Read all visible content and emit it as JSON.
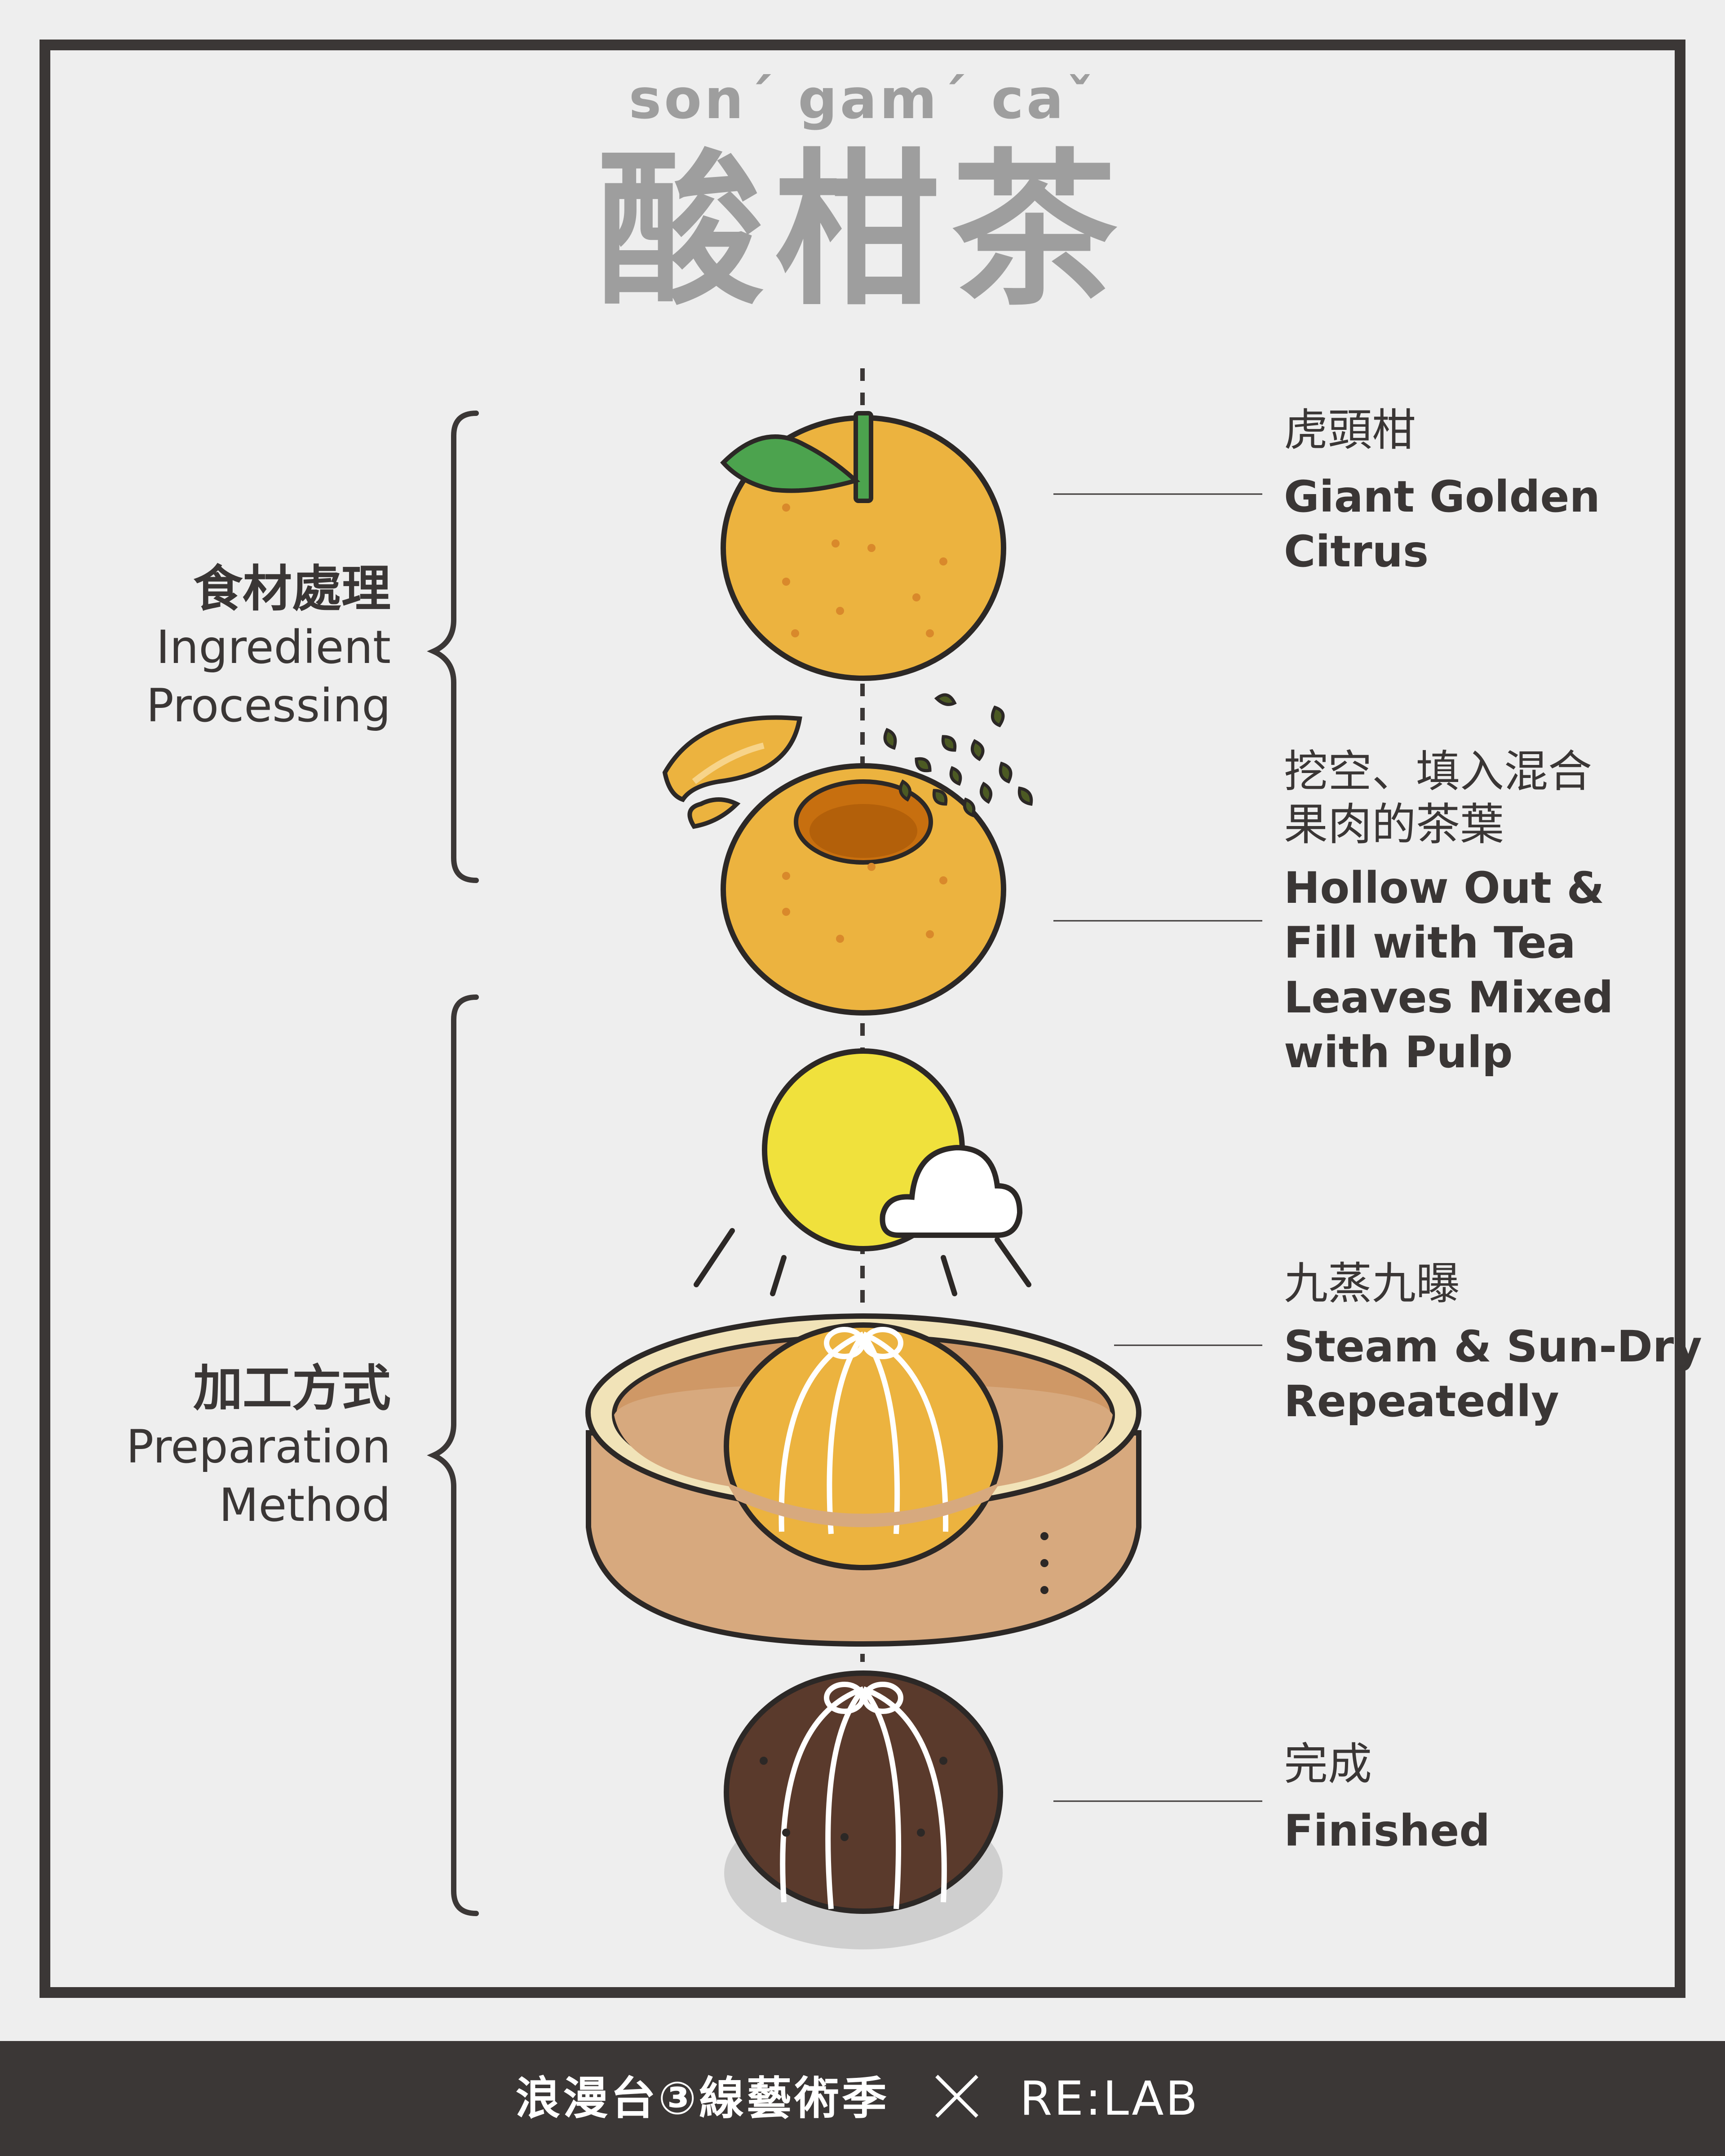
{
  "header": {
    "phonetic": "sonˊ gamˊ caˇ",
    "title": "酸柑茶"
  },
  "categories": [
    {
      "zh": "食材處理",
      "en_line1": "Ingredient",
      "en_line2": "Processing"
    },
    {
      "zh": "加工方式",
      "en_line1": "Preparation",
      "en_line2": "Method"
    }
  ],
  "steps": [
    {
      "zh": "虎頭柑",
      "en": [
        "Giant Golden",
        "Citrus"
      ]
    },
    {
      "zh": [
        "挖空、填入混合",
        "果肉的茶葉"
      ],
      "en": [
        "Hollow Out &",
        "Fill with Tea",
        "Leaves Mixed",
        "with Pulp"
      ]
    },
    {
      "zh": "九蒸九曝",
      "en": [
        "Steam & Sun-Dry",
        "Repeatedly"
      ]
    },
    {
      "zh": "完成",
      "en": [
        "Finished"
      ]
    }
  ],
  "footer": {
    "left": "浪漫台③線藝術季",
    "right": "RE:LAB"
  },
  "icons": [
    "citrus-icon",
    "hollow-citrus-icon",
    "tea-leaves-icon",
    "peel-icon",
    "sun-icon",
    "cloud-icon",
    "steamer-icon",
    "tied-citrus-icon",
    "finished-citrus-icon",
    "close-x-icon"
  ],
  "colors": {
    "frame": "#3b3736",
    "title": "#9e9e9e",
    "citrus": "#ecb33f",
    "leaf": "#4ca34e",
    "sun": "#f0e13c",
    "steamer_rim": "#f1e3b8",
    "steamer_body": "#d7a97e",
    "finished": "#5a3a2c",
    "background": "#eeeeee"
  }
}
